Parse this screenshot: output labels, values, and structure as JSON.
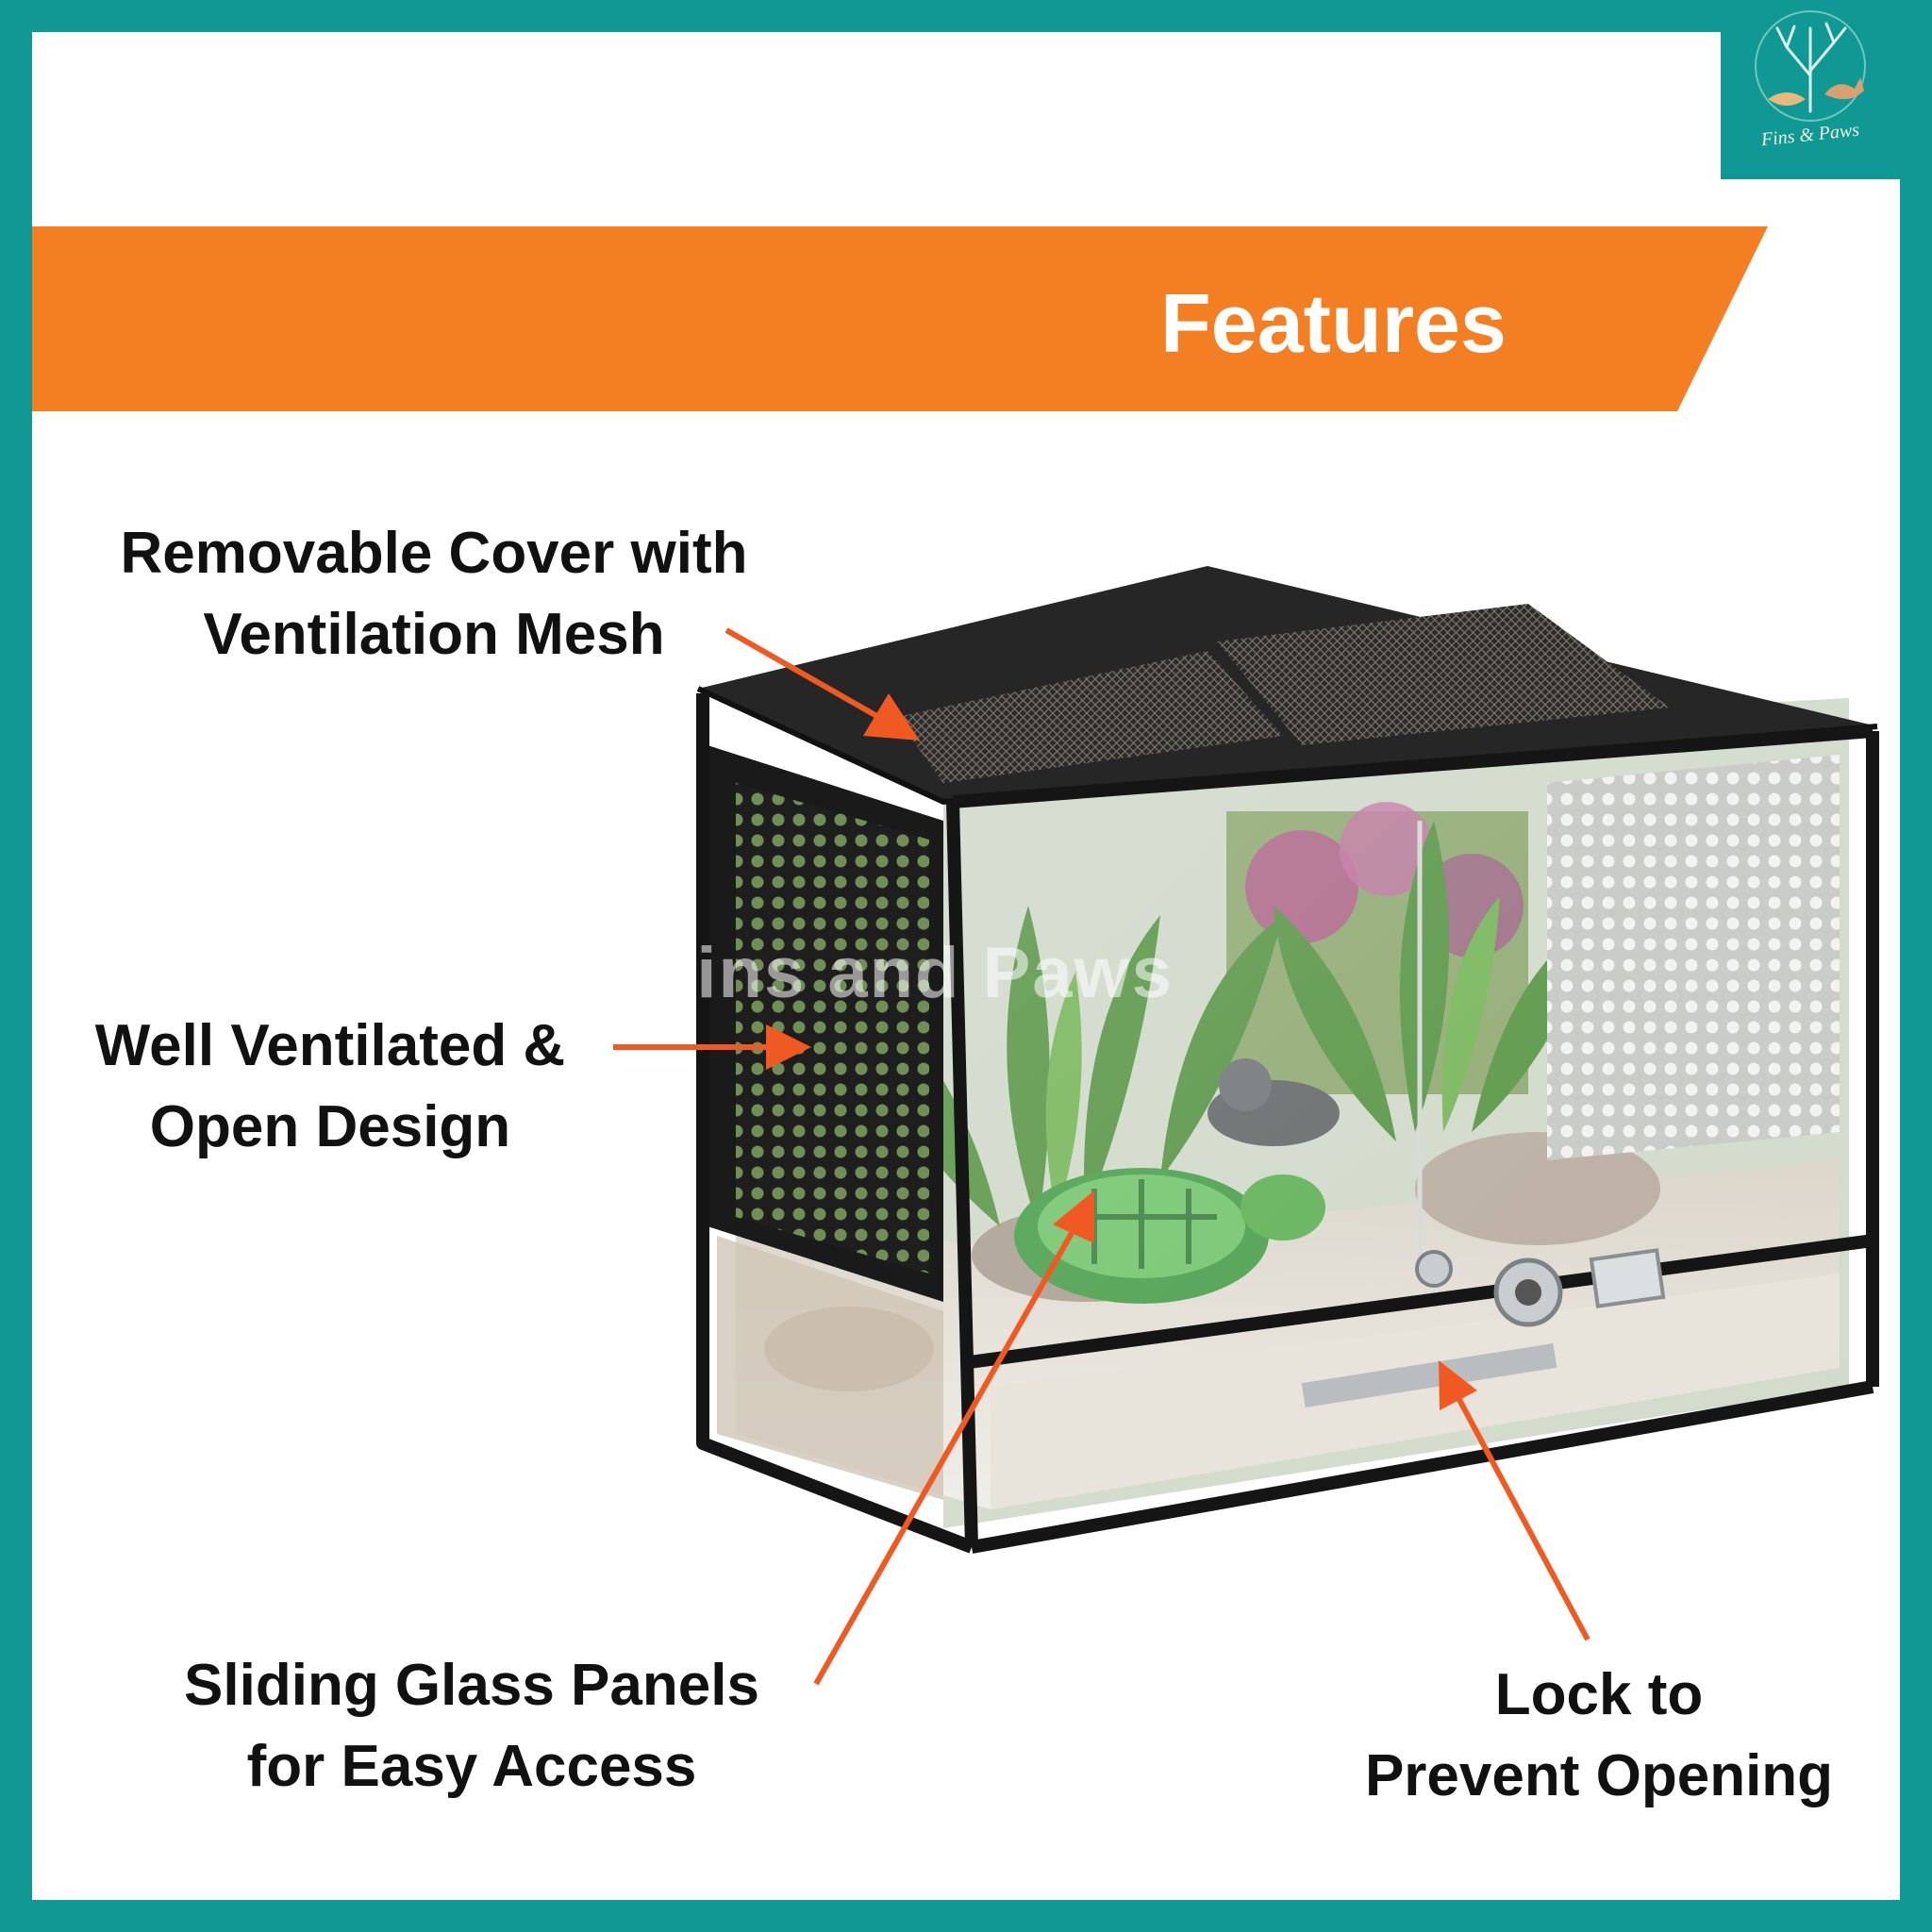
{
  "header": {
    "title": "Features"
  },
  "brand": {
    "logo_text": "Fins & Paws",
    "watermark": "Fins and Paws"
  },
  "callouts": {
    "cover": {
      "line1": "Removable Cover with",
      "line2": "Ventilation Mesh"
    },
    "vent": {
      "line1": "Well Ventilated &",
      "line2": "Open Design"
    },
    "sliding": {
      "line1": "Sliding Glass Panels",
      "line2": "for Easy Access"
    },
    "lock": {
      "line1": "Lock to",
      "line2": "Prevent Opening"
    }
  },
  "colors": {
    "frame": "#0f9894",
    "banner": "#f47f22",
    "arrow": "#f05a22",
    "text": "#111111"
  }
}
